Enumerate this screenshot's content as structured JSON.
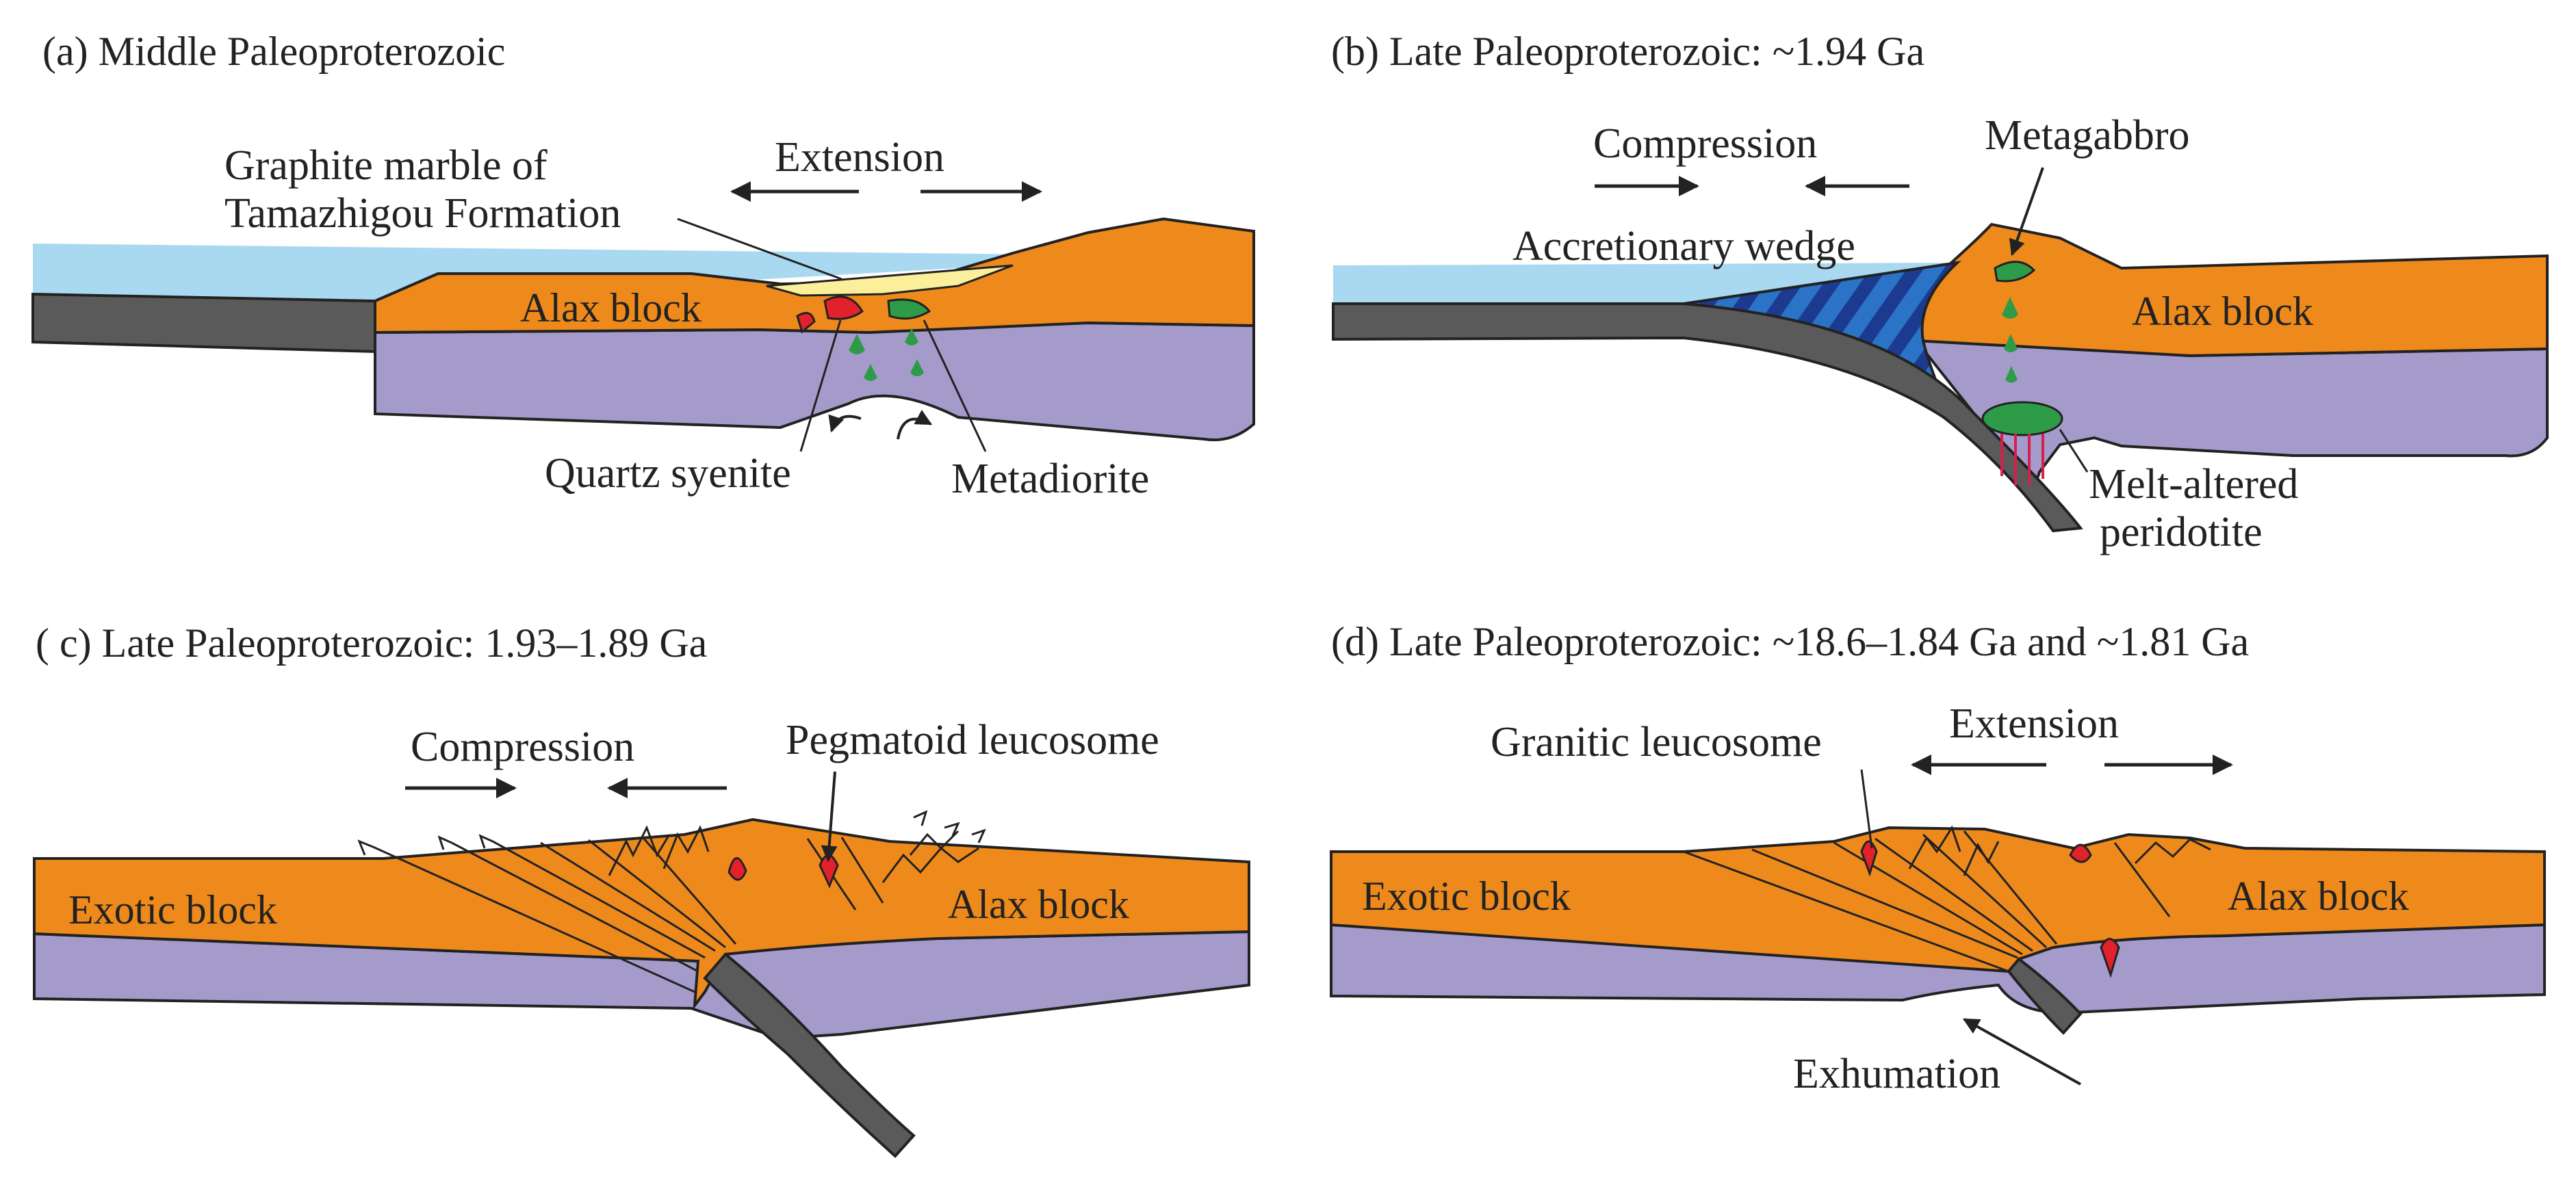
{
  "colors": {
    "crust": "#ee8a1c",
    "mantle": "#a59bcb",
    "ocean": "#a9d8f1",
    "slab": "#5a5a5a",
    "marble": "#fcef9c",
    "red_melt": "#e2212b",
    "green_melt": "#2e9b48",
    "wedge_blue": "#2a73c6",
    "wedge_stripe": "#1c3a8f",
    "outline": "#222222"
  },
  "icons": [
    "arrow-left",
    "arrow-right",
    "curved-arrow"
  ],
  "panels": [
    {
      "title": "(a) Middle Paleoproterozoic",
      "labels": {
        "marble_line1": "Graphite marble of",
        "marble_line2": "Tamazhigou Formation",
        "extension": "Extension",
        "block": "Alax block",
        "syenite": "Quartz syenite",
        "diorite": "Metadiorite"
      }
    },
    {
      "title": "(b) Late Paleoproterozoic: ~1.94 Ga",
      "labels": {
        "compression": "Compression",
        "metagabbro": "Metagabbro",
        "wedge": "Accretionary wedge",
        "block": "Alax block",
        "peridotite_line1": "Melt-altered",
        "peridotite_line2": "peridotite"
      }
    },
    {
      "title": "( c)  Late Paleoproterozoic: 1.93–1.89 Ga",
      "labels": {
        "compression": "Compression",
        "pegmatoid": "Pegmatoid leucosome",
        "exotic": "Exotic block",
        "block": "Alax block"
      }
    },
    {
      "title": "(d) Late Paleoproterozoic: ~18.6–1.84 Ga and ~1.81 Ga",
      "labels": {
        "granitic": "Granitic leucosome",
        "extension": "Extension",
        "exotic": "Exotic block",
        "block": "Alax block",
        "exhumation": "Exhumation"
      }
    }
  ]
}
